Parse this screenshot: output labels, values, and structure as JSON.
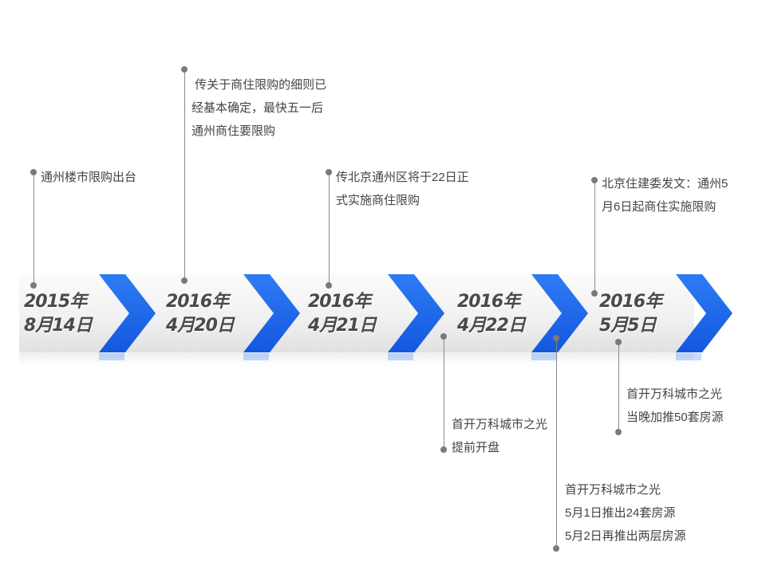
{
  "colors": {
    "accent": "#1f6ff0",
    "accent_dark": "#0f4fd6",
    "text": "#444444",
    "date_text": "#4a4a4a"
  },
  "milestones": [
    {
      "year": "2015年",
      "day": "8月14日"
    },
    {
      "year": "2016年",
      "day": "4月20日"
    },
    {
      "year": "2016年",
      "day": "4月21日"
    },
    {
      "year": "2016年",
      "day": "4月22日"
    },
    {
      "year": "2016年",
      "day": "5月5日"
    }
  ],
  "notes": {
    "n1": [
      "通州楼市限购出台"
    ],
    "n2": [
      " 传关于商住限购的细则已",
      "经基本确定，最快五一后",
      "通州商住要限购"
    ],
    "n3": [
      "传北京通州区将于22日正",
      "式实施商住限购"
    ],
    "n4": [
      "北京住建委发文：通州5",
      "月6日起商住实施限购"
    ],
    "n5": [
      "首开万科城市之光",
      "提前开盘"
    ],
    "n6": [
      "首开万科城市之光",
      "5月1日推出24套房源",
      "5月2日再推出两层房源"
    ],
    "n7": [
      "首开万科城市之光",
      "当晚加推50套房源"
    ]
  }
}
